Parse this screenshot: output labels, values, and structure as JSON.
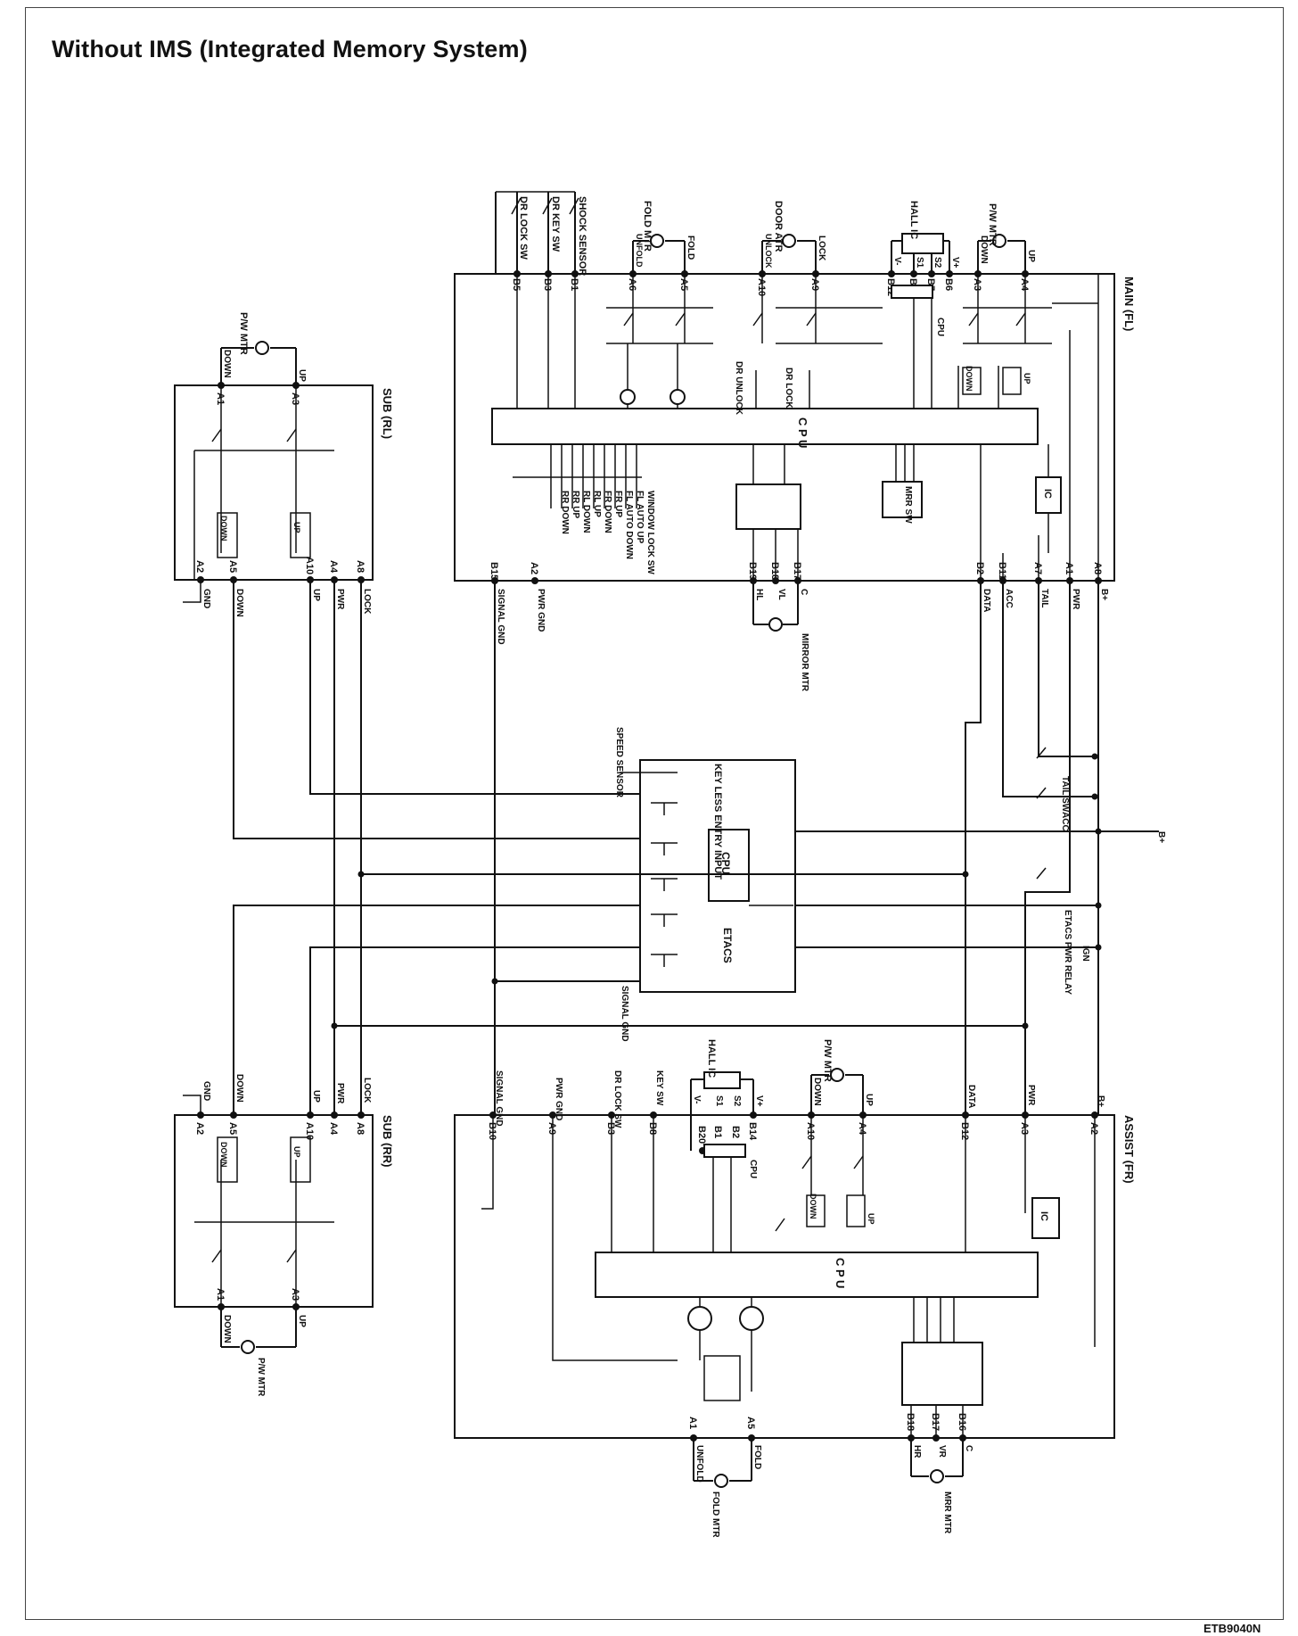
{
  "title": "Without IMS (Integrated Memory System)",
  "figure_code": "ETB9040N",
  "modules": {
    "main_fl": {
      "name": "MAIN (FL)",
      "cpu": "C P U",
      "top_pins": [
        "B5",
        "B3",
        "B1",
        "A6",
        "A5",
        "A10",
        "A9",
        "B12",
        "B8",
        "B7",
        "B6",
        "A3",
        "A4"
      ],
      "bottom_pins": [
        "B15",
        "A2",
        "B19",
        "B18",
        "B17",
        "B2",
        "B11",
        "A7",
        "A1",
        "A8"
      ],
      "top_inputs": [
        "DR LOCK SW",
        "DR KEY SW",
        "SHOCK SENSOR"
      ],
      "fold_mtr": "FOLD MTR",
      "unfold": "UNFOLD",
      "fold": "FOLD",
      "door_atr": "DOOR ATR",
      "unlock": "UNLOCK",
      "lock": "LOCK",
      "hall_ic": "HALL IC",
      "vminus": "V-",
      "s1": "S1",
      "s2": "S2",
      "vplus": "V+",
      "pw_mtr": "P/W MTR",
      "down": "DOWN",
      "up": "UP",
      "cpu_tag": "CPU",
      "dr_lock": "DR LOCK",
      "dr_unlock": "DR UNLOCK",
      "inputs": [
        "WINDOW LOCK SW",
        "FL AUTO UP",
        "FL AUTO DOWN",
        "FR UP",
        "FR DOWN",
        "RL UP",
        "RL DOWN",
        "RR UP",
        "RR DOWN"
      ],
      "mrr_sw": "MRR SW",
      "ic": "IC",
      "bottom_labels": [
        "SIGNAL GND",
        "PWR GND",
        "HL",
        "VL",
        "C",
        "DATA",
        "ACC",
        "TAIL",
        "PWR",
        "B+"
      ],
      "mirror_mtr": "MIRROR MTR"
    },
    "sub_rl": {
      "name": "SUB (RL)",
      "pw_mtr": "P/W MTR",
      "pins": [
        "A1",
        "A3",
        "A2",
        "A5",
        "A10",
        "A4",
        "A8"
      ],
      "labels": [
        "GND",
        "DOWN",
        "UP",
        "PWR",
        "LOCK"
      ],
      "down": "DOWN",
      "up": "UP"
    },
    "sub_rr": {
      "name": "SUB (RR)",
      "pw_mtr": "P/W MTR",
      "pins": [
        "A2",
        "A5",
        "A10",
        "A4",
        "A8",
        "A1",
        "A3"
      ],
      "labels": [
        "GND",
        "DOWN",
        "UP",
        "PWR",
        "LOCK"
      ],
      "down": "DOWN",
      "up": "UP"
    },
    "etacs": {
      "name": "ETACS",
      "cpu": "CPU",
      "keyless": "KEY LESS ENTRY INPUT",
      "speed_sensor": "SPEED SENSOR",
      "signal_gnd": "SIGNAL GND",
      "tail_sw": "TAIL SW",
      "acc": "ACC",
      "bplus": "B+",
      "pwr_relay": "ETACS PWR RELAY",
      "ign": "IGN"
    },
    "assist_fr": {
      "name": "ASSIST (FR)",
      "cpu": "C P U",
      "top_pins": [
        "B10",
        "A9",
        "B3",
        "B8",
        "B20",
        "B1",
        "B2",
        "B14",
        "A10",
        "A4",
        "B12",
        "A3",
        "A2"
      ],
      "top_labels": [
        "SIGNAL GND",
        "PWR GND",
        "DR LOCK SW",
        "KEY SW",
        "DOWN",
        "UP",
        "DATA",
        "PWR",
        "B+"
      ],
      "hall_ic": "HALL IC",
      "vminus": "V-",
      "s1": "S1",
      "s2": "S2",
      "vplus": "V+",
      "pw_mtr": "P/W MTR",
      "cpu_tag": "CPU",
      "down": "DOWN",
      "up": "UP",
      "ic": "IC",
      "bottom_pins": [
        "A1",
        "A5",
        "B18",
        "B17",
        "B16"
      ],
      "bottom_labels": [
        "UNFOLD",
        "FOLD",
        "HR",
        "VR",
        "C"
      ],
      "fold_mtr": "FOLD MTR",
      "mrr_mtr": "MRR MTR"
    }
  }
}
